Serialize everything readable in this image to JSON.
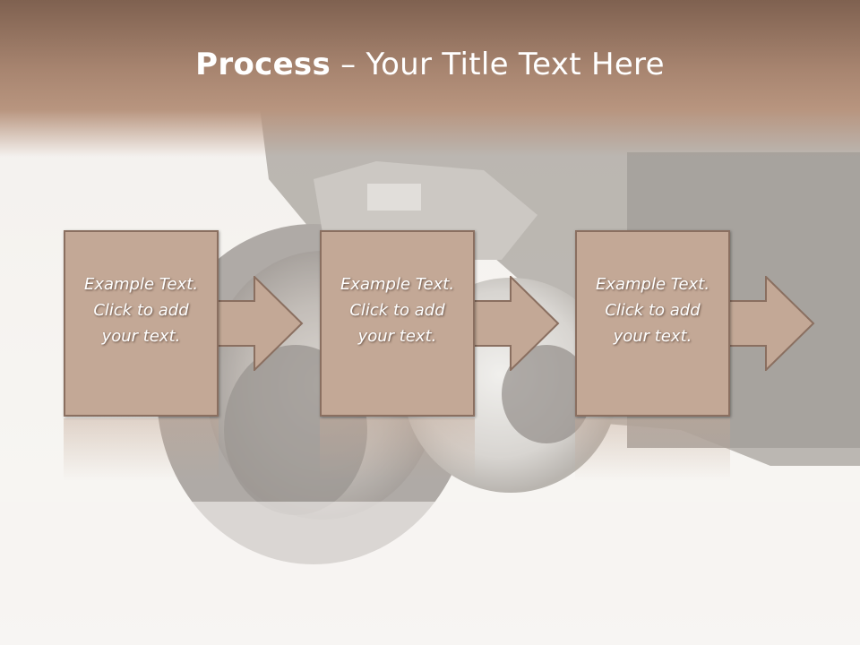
{
  "slide": {
    "title_strong": "Process",
    "title_rest": " – Your Title Text Here"
  },
  "steps": [
    {
      "text": "Example Text. Click  to add your text."
    },
    {
      "text": "Example Text. Click  to add your text."
    },
    {
      "text": "Example Text. Click  to add your text."
    }
  ],
  "colors": {
    "header": "#a88570",
    "box_fill": "#c3a896",
    "box_border": "#8a6f60",
    "text": "#ffffff"
  }
}
